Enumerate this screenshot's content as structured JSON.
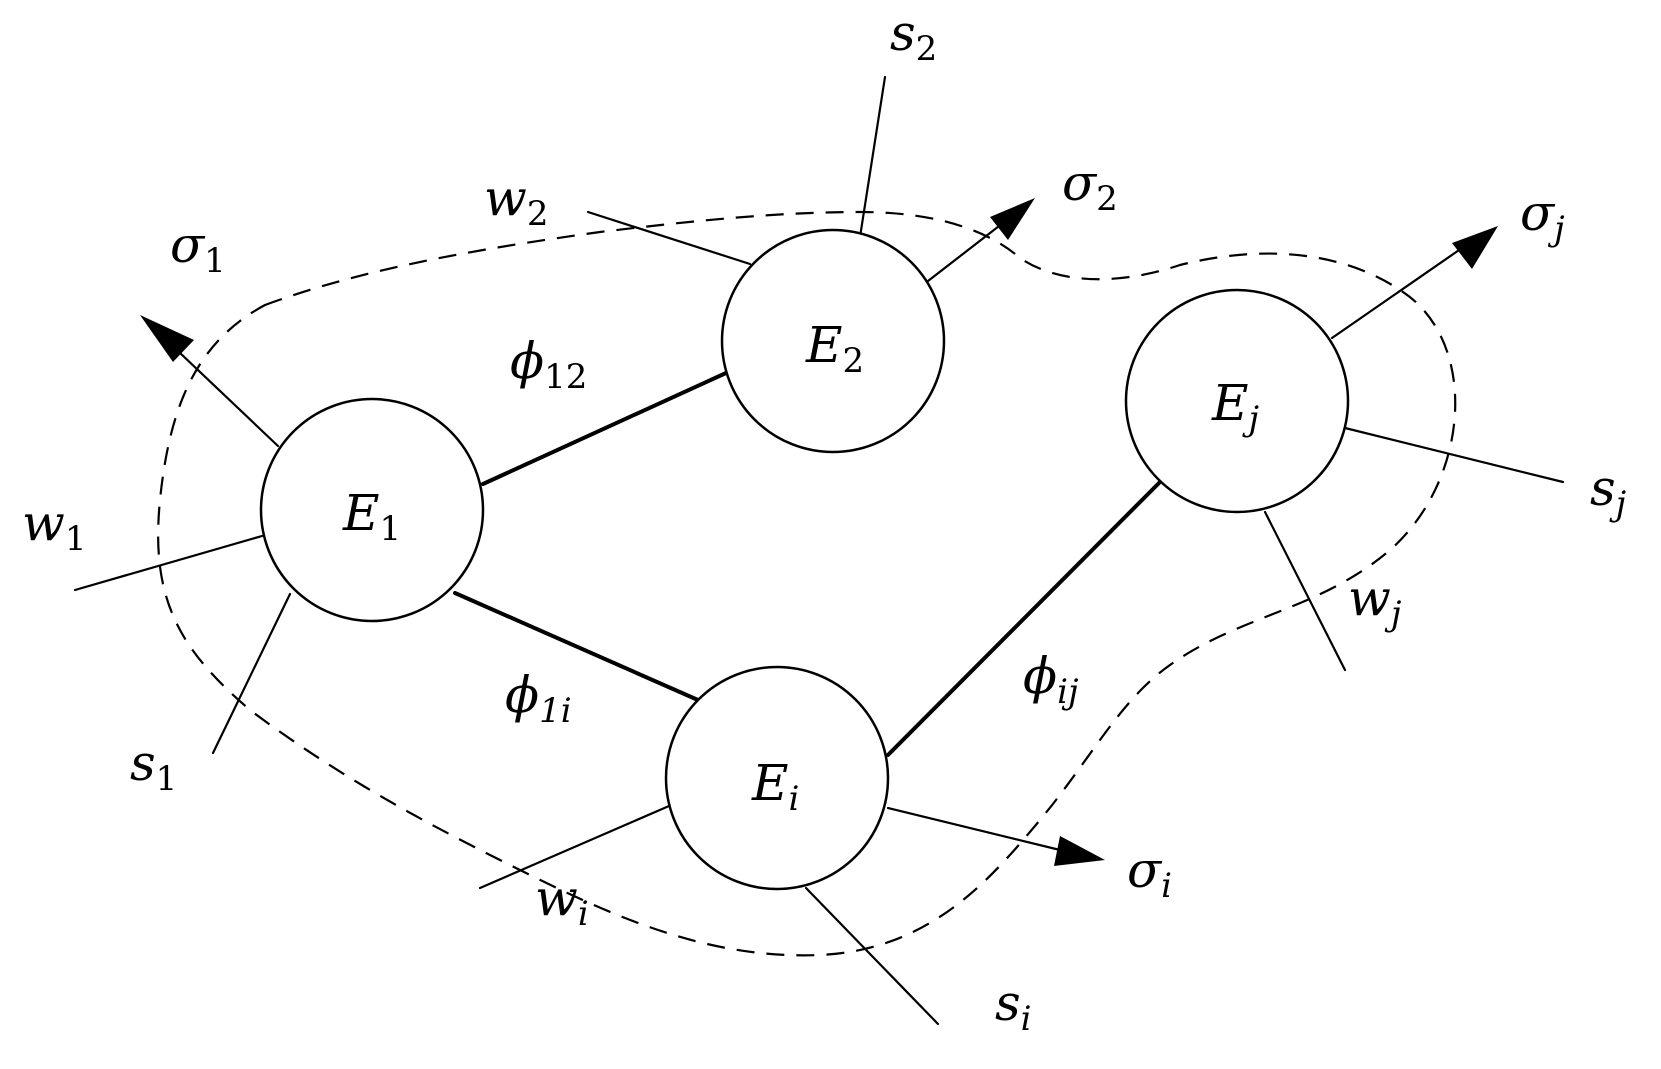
{
  "nodes": [
    {
      "id": "E1",
      "label": "E",
      "sub": "1"
    },
    {
      "id": "E2",
      "label": "E",
      "sub": "2"
    },
    {
      "id": "Ei",
      "label": "E",
      "sub": "i"
    },
    {
      "id": "Ej",
      "label": "E",
      "sub": "j"
    }
  ],
  "edges": [
    {
      "from": "E1",
      "to": "E2",
      "label": "ϕ",
      "sub": "12"
    },
    {
      "from": "E1",
      "to": "Ei",
      "label": "ϕ",
      "sub": "1i"
    },
    {
      "from": "Ei",
      "to": "Ej",
      "label": "ϕ",
      "sub": "ij"
    }
  ],
  "external": {
    "E1": {
      "w": {
        "label": "w",
        "sub": "1"
      },
      "s": {
        "label": "s",
        "sub": "1"
      },
      "sigma": {
        "label": "σ",
        "sub": "1"
      }
    },
    "E2": {
      "w": {
        "label": "w",
        "sub": "2"
      },
      "s": {
        "label": "s",
        "sub": "2"
      },
      "sigma": {
        "label": "σ",
        "sub": "2"
      }
    },
    "Ei": {
      "w": {
        "label": "w",
        "sub": "i"
      },
      "s": {
        "label": "s",
        "sub": "i"
      },
      "sigma": {
        "label": "σ",
        "sub": "i"
      }
    },
    "Ej": {
      "w": {
        "label": "w",
        "sub": "j"
      },
      "s": {
        "label": "s",
        "sub": "j"
      },
      "sigma": {
        "label": "σ",
        "sub": "j"
      }
    }
  }
}
